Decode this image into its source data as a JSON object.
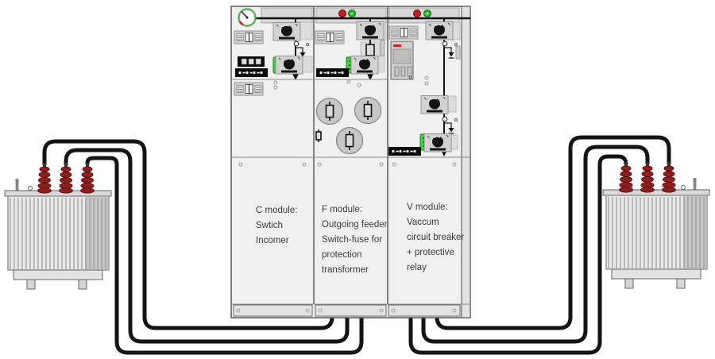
{
  "colors": {
    "cable": "#141414",
    "busbar": "#111111",
    "cabinet_fill": "#f0f0f0",
    "cabinet_border": "#4d4d4d",
    "panel_gray": "#d8d8d8",
    "knob_black": "#141414",
    "led_green": "#3ed13e",
    "lamp_red": "#c41d1d",
    "lamp_green": "#22bb22",
    "gauge_ring": "#55b055",
    "gauge_red": "#cc2222",
    "display_dark": "#0b0b0b",
    "fuse_gray": "#c7c7c7",
    "bushing_red": "#8e1f1f",
    "bushing_edge": "#581010",
    "transformer_body": "#e9e9e9",
    "transformer_shadow": "#c6c6c6",
    "text": "#3a3a3a"
  },
  "modules": [
    {
      "id": "c",
      "label_lines": [
        "C module:",
        "Swtich",
        "Incomer"
      ]
    },
    {
      "id": "f",
      "label_lines": [
        "F module:",
        "Outgoing feeder",
        "Switch-fuse for",
        "protection",
        "transformer"
      ]
    },
    {
      "id": "v",
      "label_lines": [
        "V module:",
        "Vaccum",
        "circuit breaker",
        "+ protective",
        "relay"
      ]
    }
  ],
  "components": {
    "switchgear": "ring-main-unit-cabinet",
    "busbar": "top-busbar-line",
    "gauge": "gas-pressure-gauge-icon",
    "indicator_lamps": "red-green-indicator-lamps",
    "rotary_switch": "switch-operating-mechanism-icon",
    "status_led": "green-status-led",
    "fuse_canisters": "hv-fuse-canisters",
    "relay": "protective-relay-device",
    "ground_branch": "earthing-switch-symbol",
    "transformers": "oil-distribution-transformers",
    "bushings": "hv-bushings",
    "cables": "mv-power-cables"
  }
}
